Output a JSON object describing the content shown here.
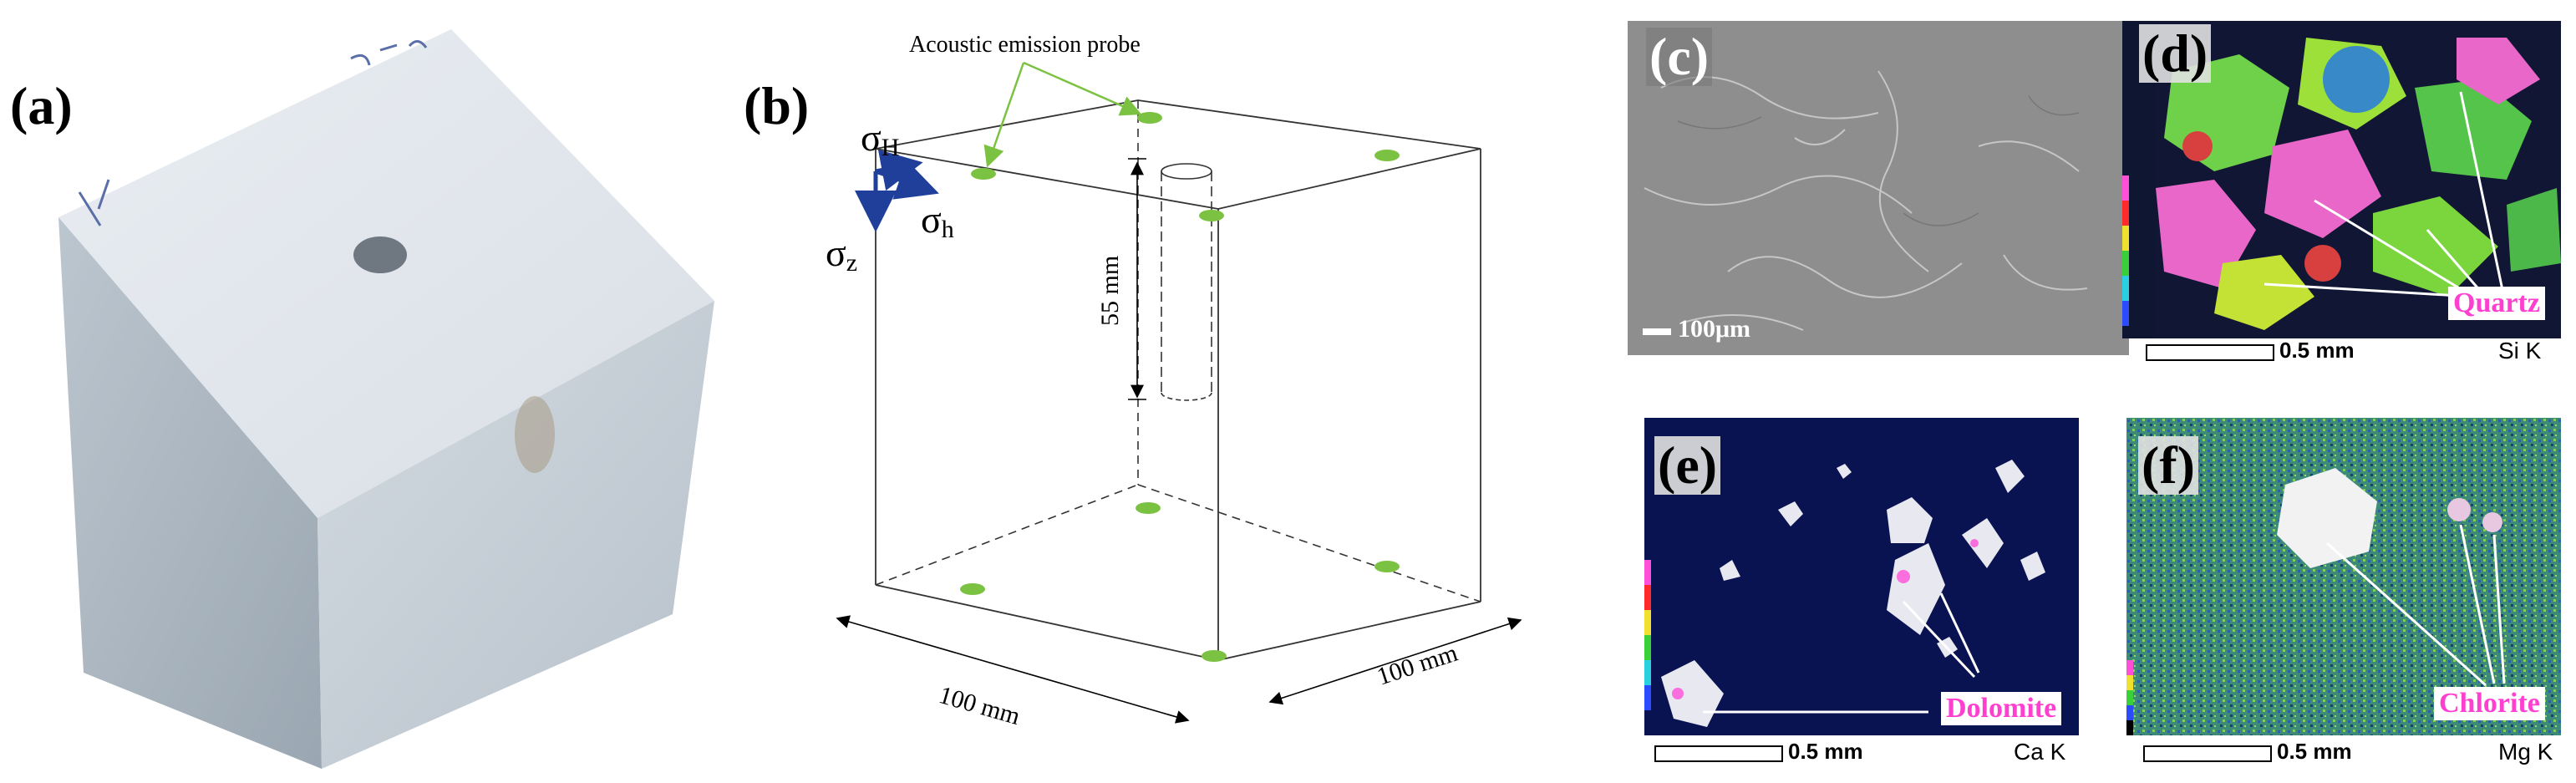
{
  "panels": {
    "a": {
      "label": "(a)"
    },
    "b": {
      "label": "(b)",
      "probe_label": "Acoustic emission probe",
      "sigma_H": "σ",
      "sigma_H_sub": "H",
      "sigma_h": "σ",
      "sigma_h_sub": "h",
      "sigma_z": "σ",
      "sigma_z_sub": "z",
      "hole_depth": "55 mm",
      "width_left": "100 mm",
      "width_right": "100 mm"
    },
    "c": {
      "label": "(c)",
      "scale": "100μm"
    },
    "d": {
      "label": "(d)",
      "scale": "0.5 mm",
      "element": "Si K",
      "mineral": "Quartz"
    },
    "e": {
      "label": "(e)",
      "scale": "0.5 mm",
      "element": "Ca K",
      "mineral": "Dolomite"
    },
    "f": {
      "label": "(f)",
      "scale": "0.5 mm",
      "element": "Mg K",
      "mineral": "Chlorite"
    }
  },
  "colors": {
    "probe": "#7cc242",
    "stress_arrow": "#1f3f9a",
    "mineral_label": "#ff3fd0"
  }
}
